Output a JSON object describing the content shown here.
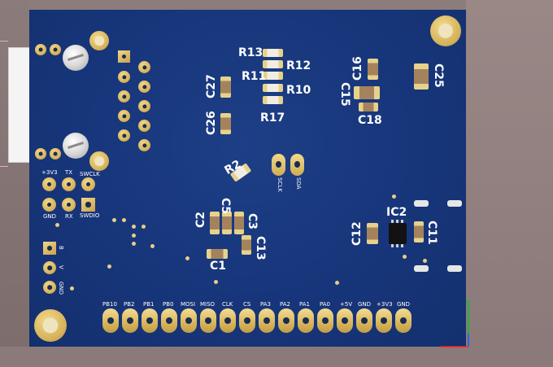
{
  "components": {
    "resistors": [
      "R13",
      "R12",
      "R11",
      "R10",
      "R17",
      "R2"
    ],
    "capacitors": [
      "C27",
      "C26",
      "C16",
      "C25",
      "C15",
      "C18",
      "C2",
      "C5",
      "C3",
      "C13",
      "C1",
      "C12",
      "C11"
    ],
    "ic": "IC2"
  },
  "silkscreen": {
    "debug_header": [
      "+3V3",
      "TX",
      "SWCLK",
      "GND",
      "RX",
      "SWDIO"
    ],
    "power_header": [
      "B",
      "V",
      "GND"
    ],
    "i2c": [
      "SCLK",
      "SDA"
    ],
    "bottom_header": [
      "PB10",
      "PB2",
      "PB1",
      "PB0",
      "MOSI",
      "MISO",
      "CLK",
      "CS",
      "PA3",
      "PA2",
      "PA1",
      "PA0",
      "+5V",
      "GND",
      "+3V3",
      "GND"
    ]
  },
  "colors": {
    "board": "#17357a",
    "copper": "#d6b25a",
    "silkscreen": "#ffffff",
    "background": "#8c7c7b"
  }
}
